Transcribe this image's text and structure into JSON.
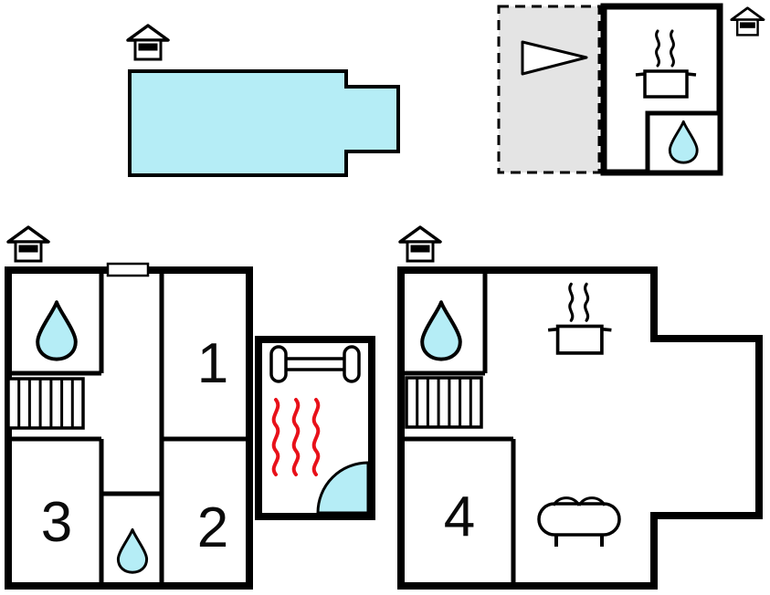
{
  "document": {
    "type": "vacation-home-floor-plan",
    "background": "#ffffff"
  },
  "colors": {
    "wall": "#000000",
    "water": "#b5edf6",
    "heat": "#e8111a",
    "porch": "#e4e4e4"
  },
  "units": {
    "pool_terrace": {
      "name": "pool-terrace",
      "icons": [
        "chimney-icon"
      ]
    },
    "annex": {
      "name": "annex",
      "icons": [
        "chimney-icon",
        "wind-vane-triangle-icon",
        "cooking-pot-icon",
        "water-drop-icon"
      ]
    },
    "main_house": {
      "name": "main-house",
      "rooms": [
        {
          "label": "1"
        },
        {
          "label": "2"
        },
        {
          "label": "3"
        }
      ],
      "icons": [
        "chimney-icon",
        "water-drop-icon",
        "stairs-icon",
        "door-opening",
        "water-drop-icon",
        "dumbbell-icon",
        "heat-waves-icon",
        "corner-shower-icon"
      ]
    },
    "second_house": {
      "name": "second-house",
      "rooms": [
        {
          "label": "4"
        }
      ],
      "icons": [
        "chimney-icon",
        "water-drop-icon",
        "stairs-icon",
        "cooking-pot-icon",
        "sofa-icon"
      ]
    }
  }
}
